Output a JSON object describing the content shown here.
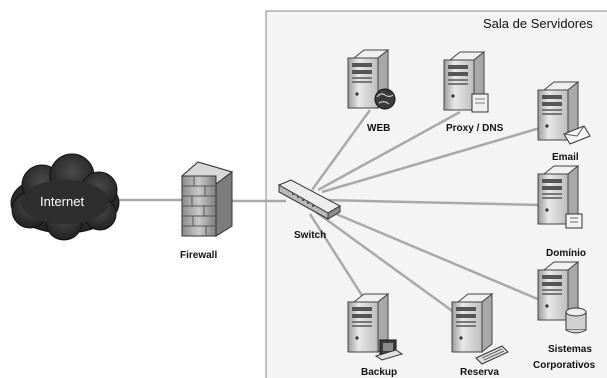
{
  "diagram": {
    "room_title": "Sala de Servidores",
    "internet": "Internet",
    "firewall": "Firewall",
    "switch": "Switch",
    "servers": [
      {
        "name": "WEB"
      },
      {
        "name": "Proxy / DNS"
      },
      {
        "name": "Email"
      },
      {
        "name": "Domínio"
      },
      {
        "name": "Sistemas",
        "name_line2": "Corporativos"
      },
      {
        "name": "Reserva"
      },
      {
        "name": "Backup"
      }
    ]
  },
  "colors": {
    "room_bg": "#f4f4f4",
    "line": "#a9a9a9",
    "cloud": "#2d2d2d",
    "server_body": "#dcdcdc"
  }
}
